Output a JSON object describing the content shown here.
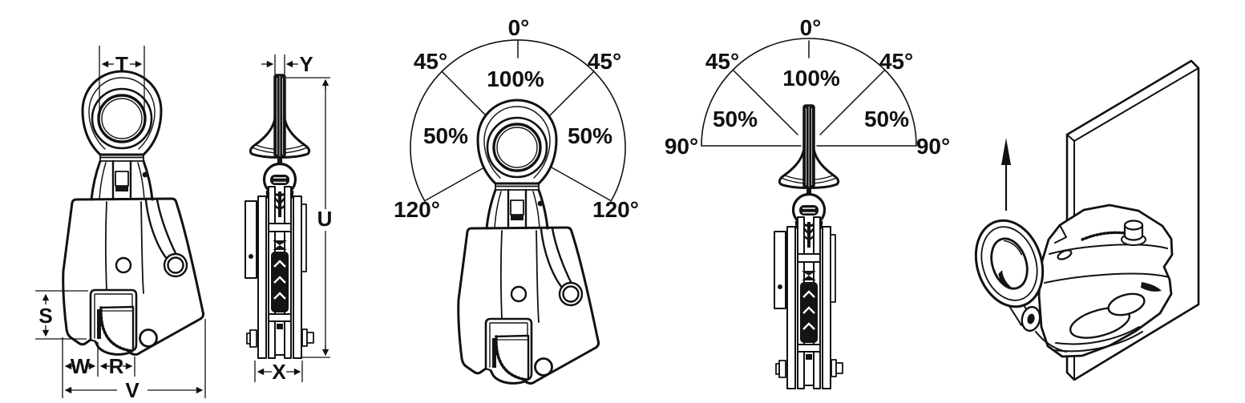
{
  "colors": {
    "line": "#111111",
    "background": "#ffffff"
  },
  "front_view": {
    "dim_t": "T",
    "dim_s": "S",
    "dim_w": "W",
    "dim_r": "R",
    "dim_v": "V"
  },
  "side_view": {
    "dim_y": "Y",
    "dim_u": "U",
    "dim_x": "X"
  },
  "front_load_chart": {
    "deg_top": "0°",
    "deg_45_left": "45°",
    "deg_45_right": "45°",
    "deg_max_left": "120°",
    "deg_max_right": "120°",
    "pct_center": "100%",
    "pct_left": "50%",
    "pct_right": "50%"
  },
  "side_load_chart": {
    "deg_top": "0°",
    "deg_45_left": "45°",
    "deg_45_right": "45°",
    "deg_max_left": "90°",
    "deg_max_right": "90°",
    "pct_center": "100%",
    "pct_left": "50%",
    "pct_right": "50%"
  },
  "chart_data": [
    {
      "type": "other",
      "view": "front",
      "description_labels": [
        "0°",
        "45°",
        "45°",
        "120°",
        "120°",
        "100%",
        "50%",
        "50%"
      ],
      "sectors": [
        {
          "from_deg": -45,
          "to_deg": 45,
          "capacity": "100%"
        },
        {
          "from_deg": -120,
          "to_deg": -45,
          "capacity": "50%"
        },
        {
          "from_deg": 45,
          "to_deg": 120,
          "capacity": "50%"
        }
      ]
    },
    {
      "type": "other",
      "view": "side",
      "description_labels": [
        "0°",
        "45°",
        "45°",
        "90°",
        "90°",
        "100%",
        "50%",
        "50%"
      ],
      "sectors": [
        {
          "from_deg": -45,
          "to_deg": 45,
          "capacity": "100%"
        },
        {
          "from_deg": -90,
          "to_deg": -45,
          "capacity": "50%"
        },
        {
          "from_deg": 45,
          "to_deg": 90,
          "capacity": "50%"
        }
      ]
    }
  ]
}
